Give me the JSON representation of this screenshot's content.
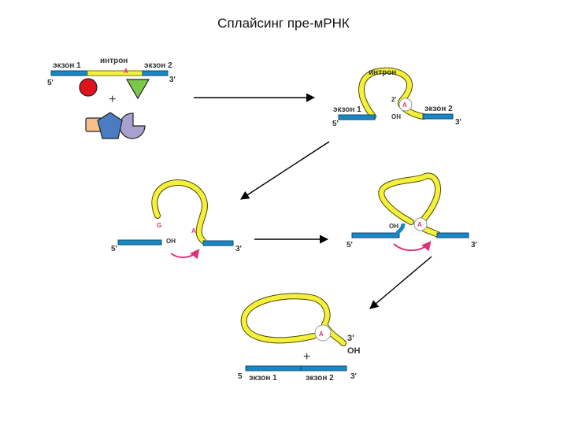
{
  "title": "Сплайсинг пре-мРНК",
  "labels": {
    "exon1": "экзон 1",
    "exon2": "экзон 2",
    "intron": "интрон",
    "prime5": "5'",
    "prime3": "3'",
    "prime5_plain": "5",
    "two_prime": "2'",
    "adenine": "A",
    "guanine": "G",
    "hydroxyl": "OH",
    "plus": "+"
  },
  "colors": {
    "exon": "#1a86c4",
    "intron": "#f5f03c",
    "highlight": "#e0307a",
    "snrnp_red": "#e0121c",
    "snrnp_green": "#7cc84a",
    "snrnp_blue": "#4a7cc0",
    "snrnp_lilac": "#a8a0cf",
    "snrnp_peach": "#f5c08c"
  },
  "stages": [
    "pre-mRNA with splicing factors",
    "branch point adenine near 5' splice site",
    "transesterification 1",
    "lariat formation",
    "ligated exons with released lariat"
  ]
}
